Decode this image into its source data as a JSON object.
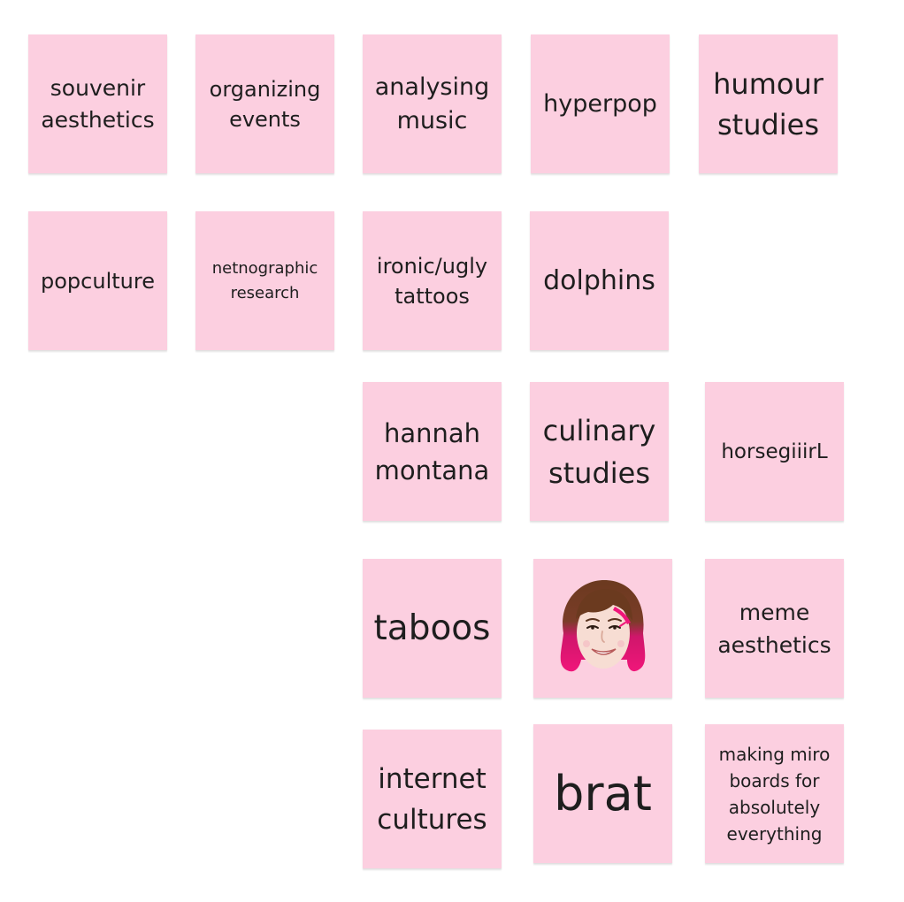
{
  "board": {
    "notes": {
      "souvenir_aesthetics": "souvenir\naesthetics",
      "organizing_events": "organizing\nevents",
      "analysing_music": "analysing\nmusic",
      "hyperpop": "hyperpop",
      "humour_studies": "humour\nstudies",
      "popculture": "popculture",
      "netnographic_research": "netnographic\nresearch",
      "ironic_ugly_tattoos": "ironic/ugly\ntattoos",
      "dolphins": "dolphins",
      "hannah_montana": "hannah\nmontana",
      "culinary_studies": "culinary\nstudies",
      "horsegiiirl": "horsegiiirL",
      "taboos": "taboos",
      "meme_aesthetics": "meme\naesthetics",
      "internet_cultures": "internet\ncultures",
      "brat": "brat",
      "making_miro_boards": "making miro\nboards for\nabsolutely\neverything"
    },
    "avatar": {
      "icon": "cartoon-face-avatar",
      "hair_color": "#6b3a1f",
      "hair_tips_color": "#f0167a",
      "skin_color": "#f7ddd3"
    },
    "colors": {
      "note_background": "#fccfe0",
      "text": "#1e1e1e"
    }
  }
}
